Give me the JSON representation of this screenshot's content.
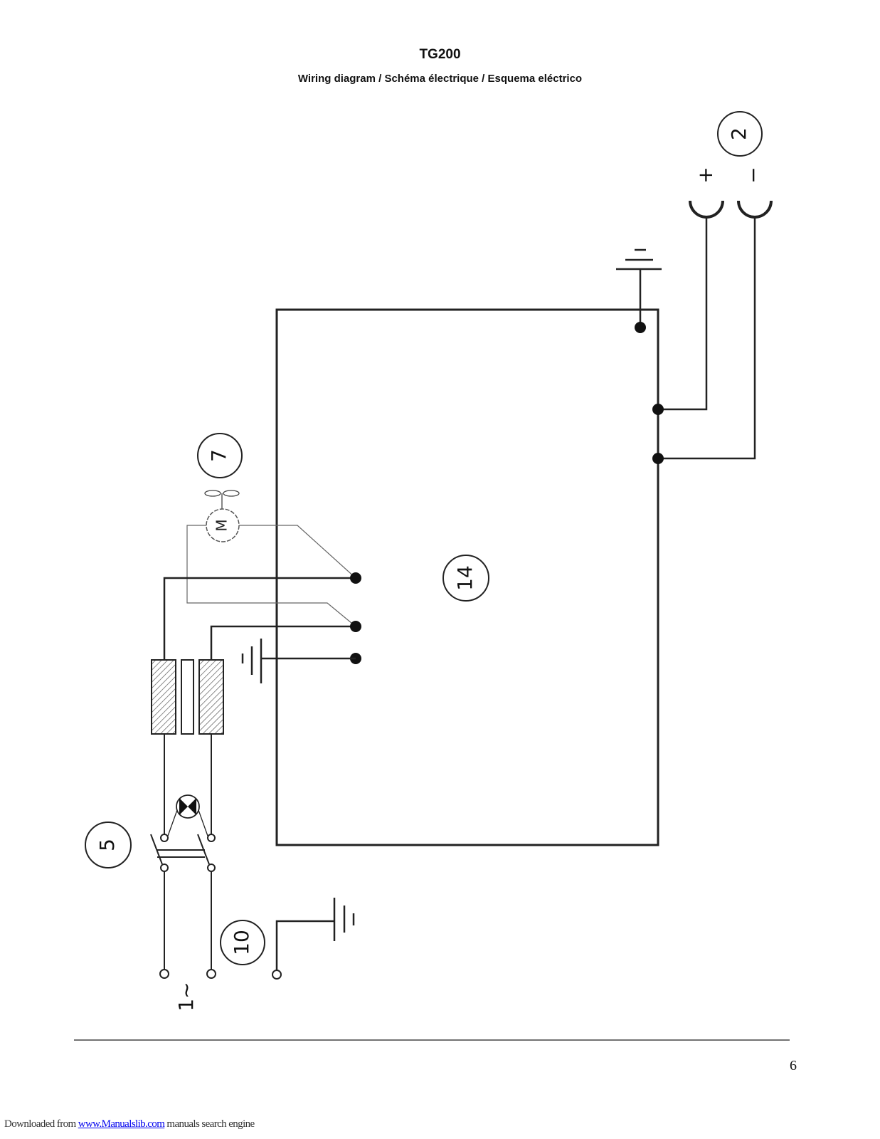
{
  "header": {
    "title": "TG200",
    "subtitle": "Wiring diagram / Schéma électrique / Esquema eléctrico"
  },
  "diagram": {
    "component_labels": {
      "power_terminals": "2",
      "fan_motor": "7",
      "main_board": "14",
      "switch": "5",
      "ground": "10"
    },
    "motor_symbol": "M",
    "plus_sign": "+",
    "minus_sign": "−",
    "supply_label": "1~"
  },
  "page_number": "6",
  "footer": {
    "prefix": "Downloaded from ",
    "link_text": "www.Manualslib.com",
    "suffix": " manuals search engine"
  }
}
